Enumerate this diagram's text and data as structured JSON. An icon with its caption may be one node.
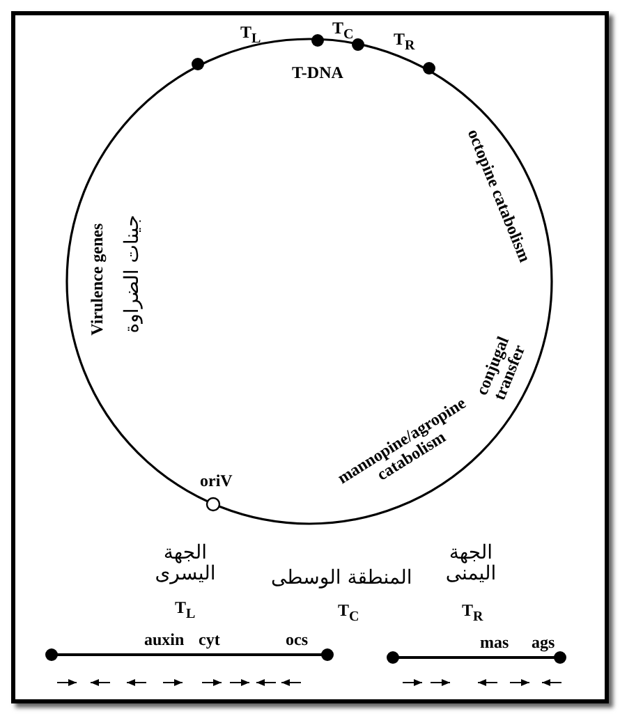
{
  "diagram": {
    "labels": [
      "T$_{L}$",
      "T$_{C}$",
      "T$_{R}$",
      "T-DNA",
      "octopine catabolism",
      "Virulence genes",
      "جينات الضراوة",
      "conjugal transfer",
      "oriV",
      "mannopine/agropine catabolism",
      "الجهة اليسرى",
      "المنطقة الوسطى",
      "الجهة اليمنى",
      "T$_{L}$",
      "T$_{C}$",
      "T$_{R}$",
      "auxin",
      "cyt",
      "ocs",
      "mas",
      "ags"
    ]
  }
}
